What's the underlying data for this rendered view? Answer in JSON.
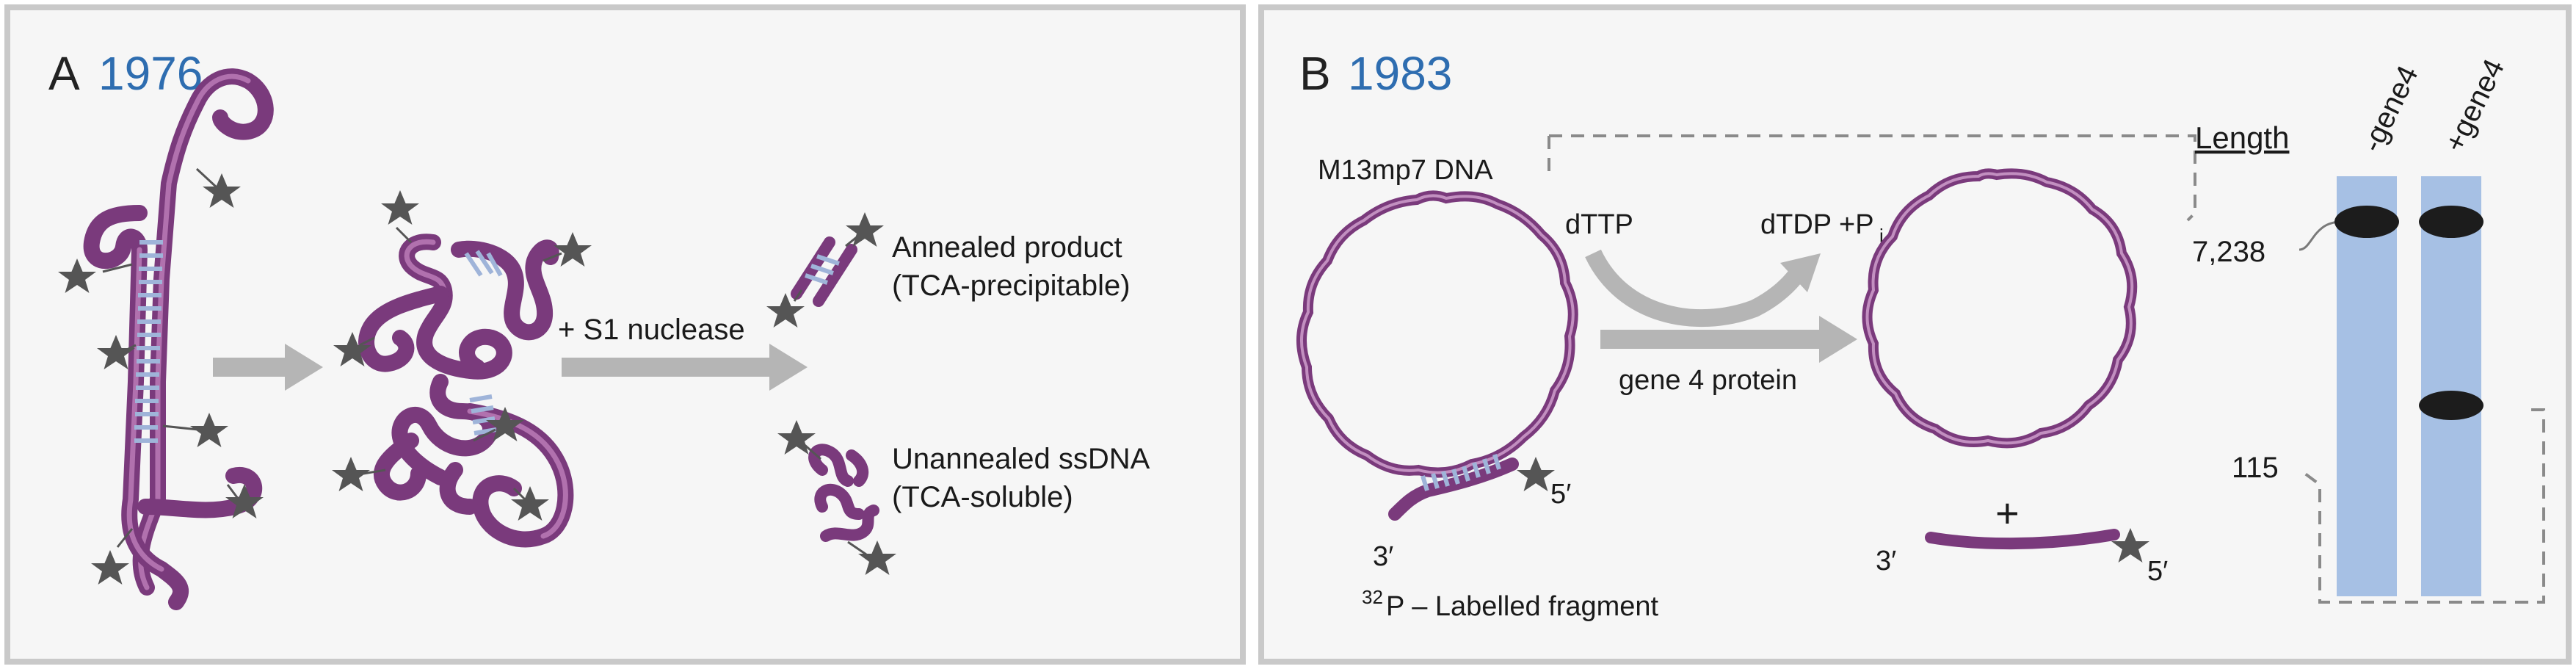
{
  "panel_a": {
    "letter": "A",
    "year": "1976",
    "step_label": "+ S1 nuclease",
    "annealed_title": "Annealed product",
    "annealed_sub": "(TCA-precipitable)",
    "unannealed_title": "Unannealed ssDNA",
    "unannealed_sub": "(TCA-soluble)"
  },
  "panel_b": {
    "letter": "B",
    "year": "1983",
    "template_label": "M13mp7 DNA",
    "substrate": "dTTP",
    "products_main": "dTDP +P",
    "products_sub": "i",
    "enzyme": "gene 4 protein",
    "three_prime": "3′",
    "five_prime": "5′",
    "fragment_sup": "32",
    "fragment_label": "P – Labelled fragment",
    "plus": "+",
    "length_header": "Length",
    "length_large": "7,238",
    "length_small": "115",
    "lane_minus": "-gene4",
    "lane_plus": "+gene4"
  },
  "colors": {
    "dna": "#7a3a7c",
    "base_pairs": "#9fb4d9",
    "arrow": "#b5b5b5",
    "year": "#2e6db0",
    "gel_lane": "#a6c0e4",
    "star": "#555555"
  }
}
